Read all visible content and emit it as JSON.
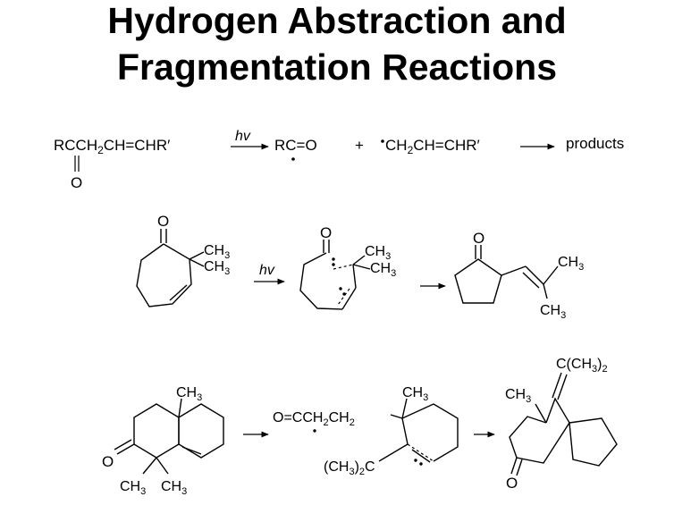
{
  "title": {
    "line1": "Hydrogen Abstraction and",
    "line2": "Fragmentation Reactions"
  },
  "scheme1": {
    "reactant": "RCCH2CH=CHR′",
    "reactant_oxygen": "O",
    "conditions": "hv",
    "product_acyl": "RC=O",
    "plus": "+",
    "product_allyl": "CH2CH=CHR′",
    "final": "products"
  },
  "scheme2": {
    "ring_oxygen": "O",
    "substituent_a": "CH3",
    "substituent_b": "CH3",
    "conditions": "hv"
  },
  "scheme3": {
    "ring_oxygen": "O",
    "angular_methyl": "CH3",
    "gem_methyls": "CH3 CH3",
    "intermediate_acyl": "O=CCH2CH2",
    "intermediate_methyl": "CH3",
    "intermediate_allyl": "(CH3)2C",
    "product_isopropylidene": "C(CH3)2",
    "product_methyl": "CH3",
    "product_oxygen": "O"
  },
  "colors": {
    "background": "#ffffff",
    "ink": "#000000"
  }
}
